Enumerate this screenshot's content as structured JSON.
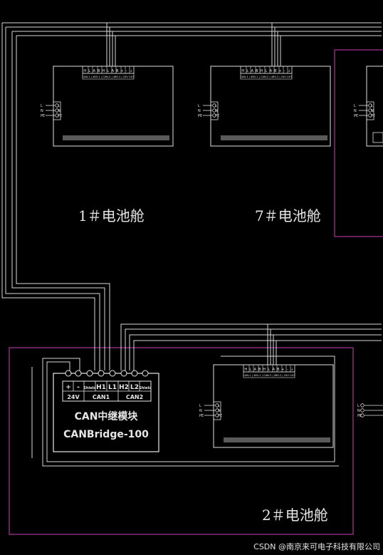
{
  "cabins": [
    {
      "id": "cabin-1",
      "label": "1＃电池舱"
    },
    {
      "id": "cabin-7",
      "label": "7＃电池舱"
    },
    {
      "id": "cabin-2",
      "label": "2＃电池舱"
    }
  ],
  "terminal_labels": [
    "H",
    "L",
    "A",
    "B",
    "H",
    "L",
    "A",
    "B",
    "+",
    "-",
    "⏚"
  ],
  "terminal_row_text": "CAN-1 | 485-1 | CAN-2 | 485-2 | 24V OUT",
  "power_labels": [
    "L",
    "N",
    "PE"
  ],
  "power_ports": [
    "L",
    "N",
    "PE"
  ],
  "bridge": {
    "terminals": [
      "+",
      "-",
      "Shield",
      "H1",
      "L1",
      "H2",
      "L2",
      "Shield"
    ],
    "groups": [
      "24V",
      "CAN1",
      "CAN2"
    ],
    "title": "CAN中继模块",
    "model": "CANBridge-100"
  },
  "watermark": "CSDN @南京来可电子科技有限公司",
  "colors": {
    "background": "#000000",
    "line": "#e0e0e0",
    "frame": "#8a2a7a"
  }
}
